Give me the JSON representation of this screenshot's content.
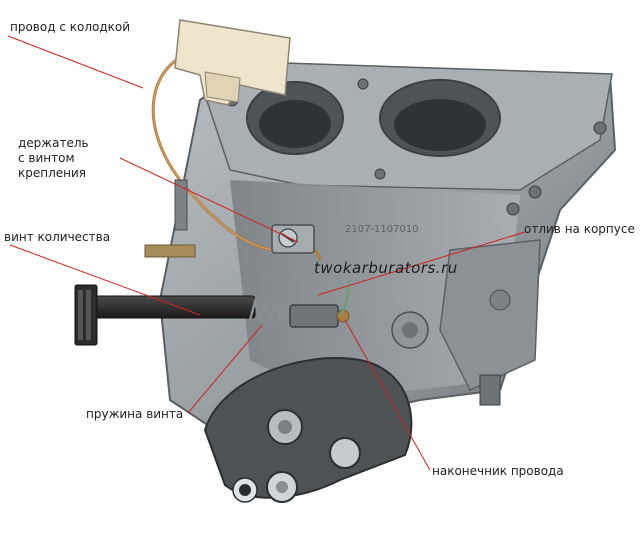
{
  "labels": {
    "wire_with_connector": "провод с колодкой",
    "holder_line1": "держатель",
    "holder_line2": "с винтом",
    "holder_line3": "крепления",
    "quantity_screw": "винт количества",
    "body_casting": "отлив на корпусе",
    "screw_spring": "пружина винта",
    "wire_tip": "наконечник провода"
  },
  "watermark": "twokarburators.ru",
  "casting_marks": [
    "2107-1107010"
  ],
  "colors": {
    "leader_line": "#d42020",
    "body_metal": "#9aa1a5",
    "body_shadow": "#5f6569",
    "background": "#ffffff",
    "wire_copper": "#b07a3c",
    "connector": "#efe5cc",
    "knob": "#2c2c2c"
  }
}
